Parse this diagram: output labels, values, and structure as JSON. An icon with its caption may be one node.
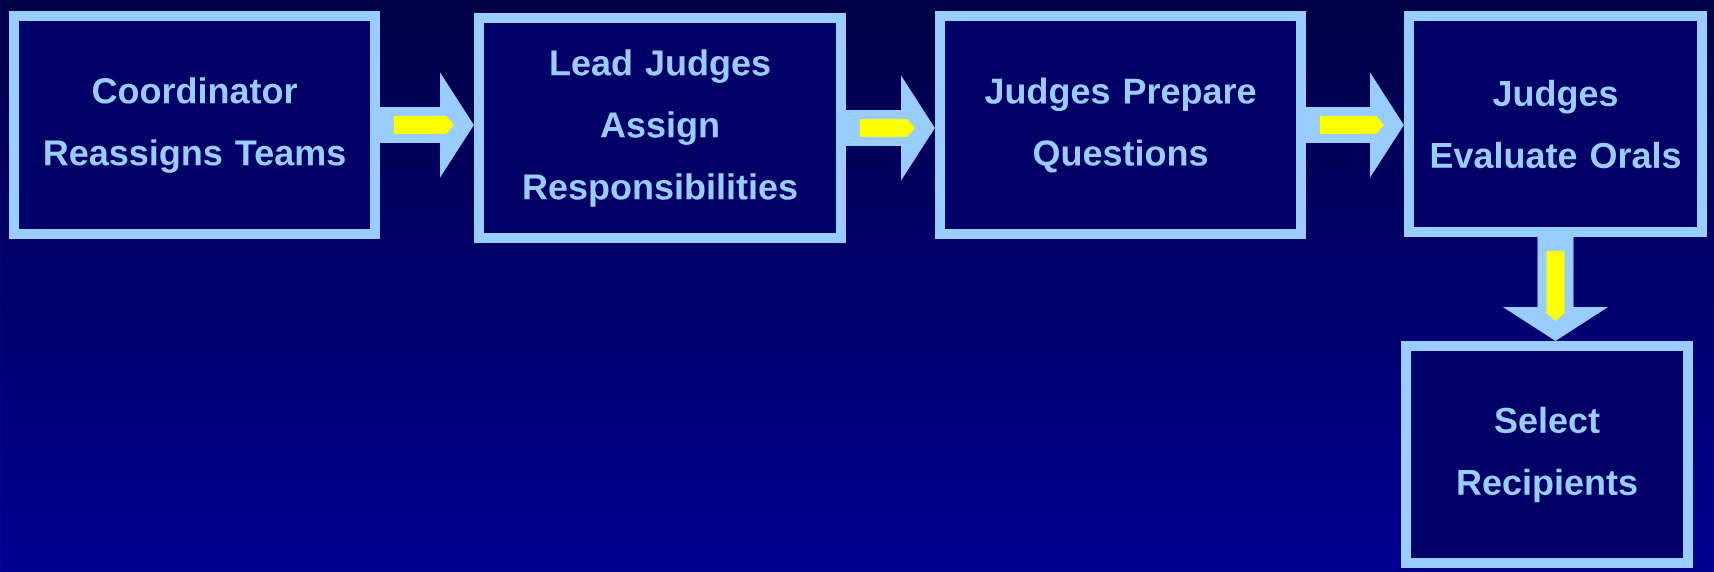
{
  "diagram": {
    "nodes": [
      {
        "text": [
          "Coordinator Reassigns Teams"
        ]
      },
      {
        "text": [
          "Lead Judges Assign Responsibilities"
        ]
      },
      {
        "text": [
          "Judges Prepare Questions"
        ]
      },
      {
        "text": [
          "Judges Evaluate Orals"
        ]
      },
      {
        "text": [
          "Select Recipients"
        ]
      }
    ],
    "edges": [
      {
        "from": 0,
        "to": 1,
        "arrow": "to"
      },
      {
        "from": 1,
        "to": 2,
        "arrow": "to"
      },
      {
        "from": 2,
        "to": 3,
        "arrow": "to"
      },
      {
        "from": 3,
        "to": 4,
        "arrow": "to"
      }
    ]
  }
}
